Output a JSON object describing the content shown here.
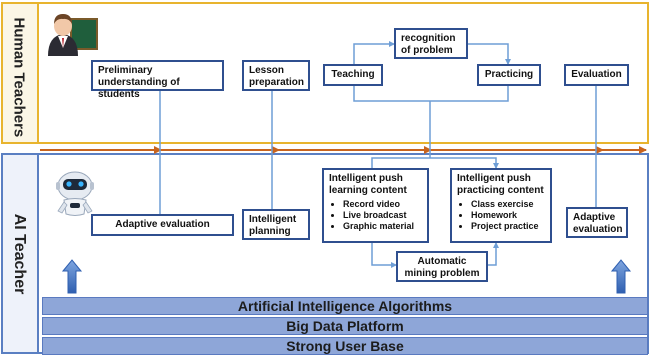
{
  "lanes": {
    "human": {
      "title": "Human Teachers",
      "color": "#e8b42e"
    },
    "ai": {
      "title": "AI Teacher",
      "color": "#5a7fc2"
    }
  },
  "human_boxes": {
    "preliminary": "Preliminary understanding of students",
    "lesson": "Lesson preparation",
    "recognition": "recognition of problem",
    "teaching": "Teaching",
    "practicing": "Practicing",
    "evaluation": "Evaluation"
  },
  "ai_boxes": {
    "adaptive_eval": "Adaptive evaluation",
    "planning": "Intelligent planning",
    "push_learning": {
      "title": "Intelligent push learning content",
      "items": [
        "Record video",
        "Live broadcast",
        "Graphic material"
      ]
    },
    "push_practicing": {
      "title": "Intelligent push practicing content",
      "items": [
        "Class exercise",
        "Homework",
        "Project practice"
      ]
    },
    "mining": "Automatic mining problem",
    "adaptive_eval2": "Adaptive evaluation"
  },
  "layers": [
    "Artificial Intelligence Algorithms",
    "Big Data Platform",
    "Strong User Base"
  ],
  "colors": {
    "box_border": "#2f4f8f",
    "connector": "#6e9ed6",
    "timeline": "#c8641e",
    "layer_fill": "#8ea6d8",
    "up_arrow": "#3f6fc0"
  },
  "icons": [
    "teacher-icon",
    "robot-icon",
    "up-arrow-icon"
  ]
}
